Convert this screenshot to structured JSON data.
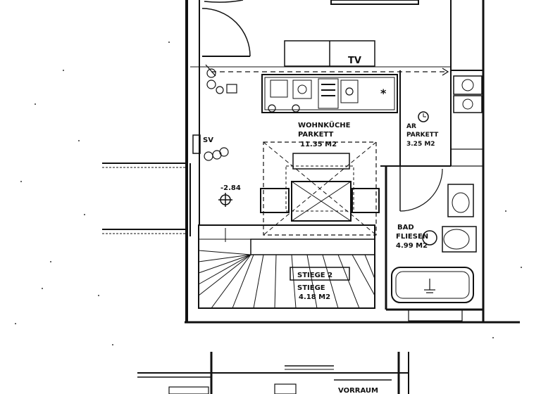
{
  "rooms": {
    "kitchen": {
      "name": "WOHNKÜCHE",
      "floor": "PARKETT",
      "area": "11.35 M2"
    },
    "office": {
      "name": "AR",
      "floor": "PARKETT",
      "area": "3.25 M2"
    },
    "bath": {
      "name": "BAD",
      "floor": "FLIESEN",
      "area": "4.99 M2"
    },
    "stairs": {
      "name_upper": "STIEGE 2",
      "name_lower": "STIEGE",
      "area": "4.18 M2"
    },
    "hall": {
      "name": "VORRAUM"
    }
  },
  "labels": {
    "tv": "TV",
    "sv": "SV",
    "level": "-2.84"
  }
}
